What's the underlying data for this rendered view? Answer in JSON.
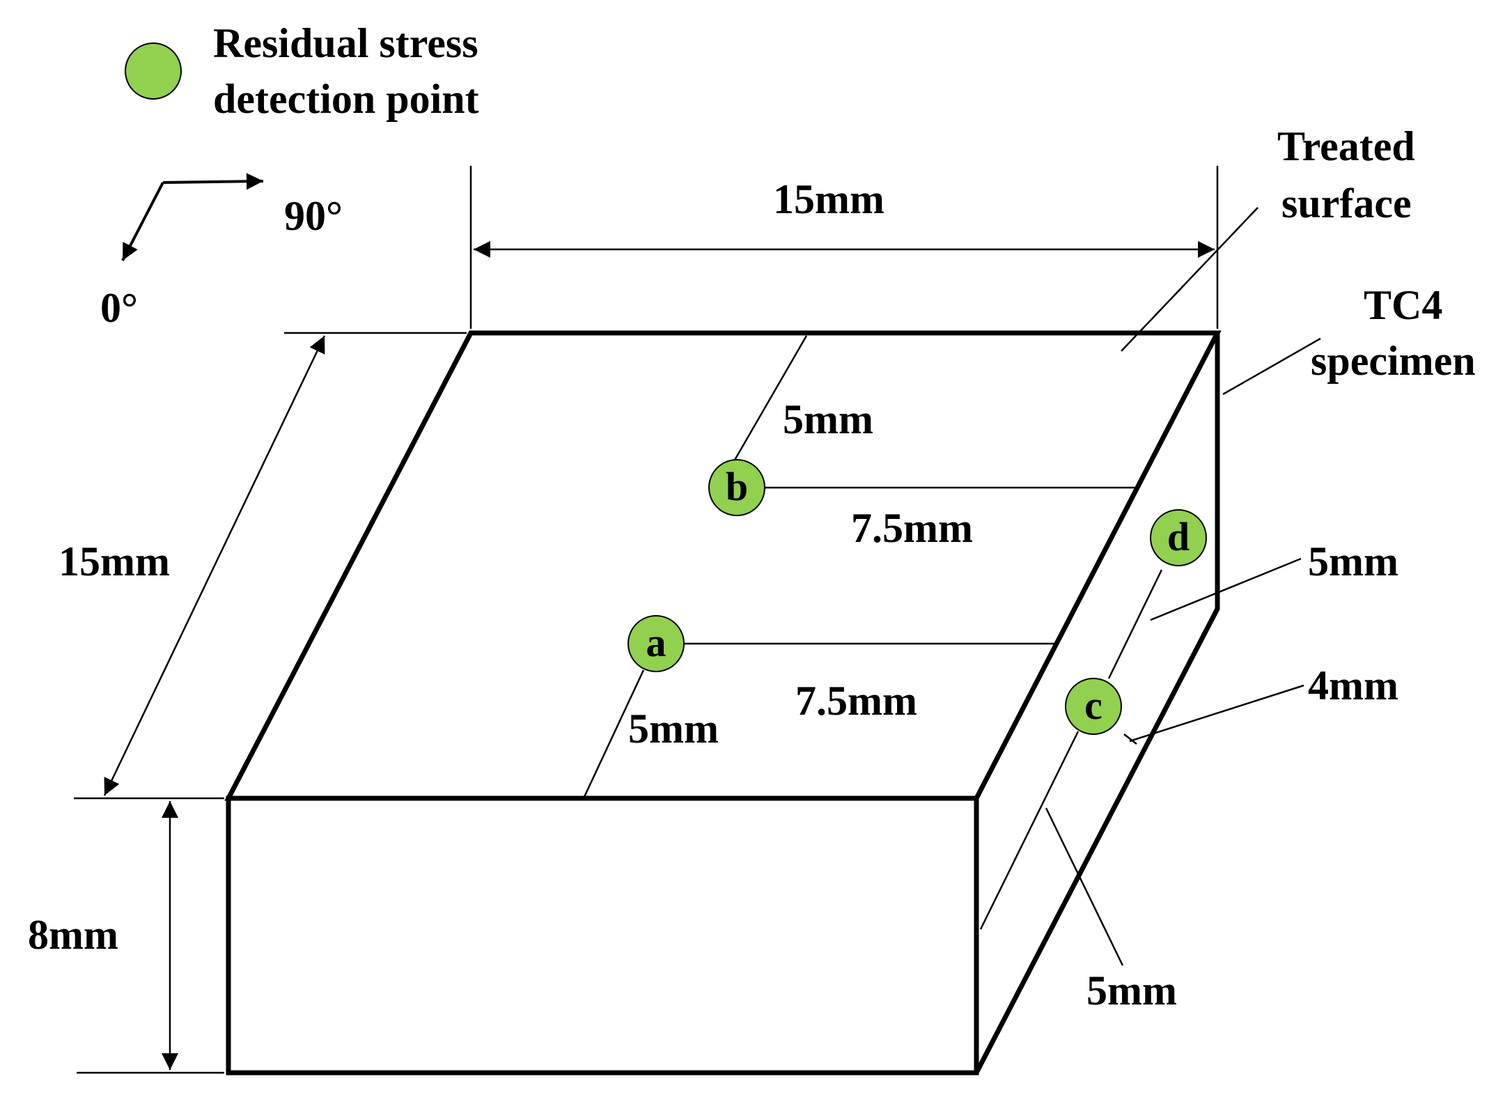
{
  "legend": {
    "line1": "Residual stress",
    "line2": "detection point",
    "marker_color": "#92d050"
  },
  "orientation": {
    "angle_90": "90°",
    "angle_0": "0°"
  },
  "dimensions": {
    "top_width": "15mm",
    "depth": "15mm",
    "height": "8mm",
    "b_from_back": "5mm",
    "b_from_right": "7.5mm",
    "a_from_right": "7.5mm",
    "a_from_front": "5mm",
    "d_right": "5mm",
    "c_right": "4mm",
    "c_bottom": "5mm"
  },
  "callouts": {
    "treated_line1": "Treated",
    "treated_line2": "surface",
    "tc4_line1": "TC4",
    "tc4_line2": "specimen"
  },
  "points": {
    "a": "a",
    "b": "b",
    "c": "c",
    "d": "d"
  }
}
